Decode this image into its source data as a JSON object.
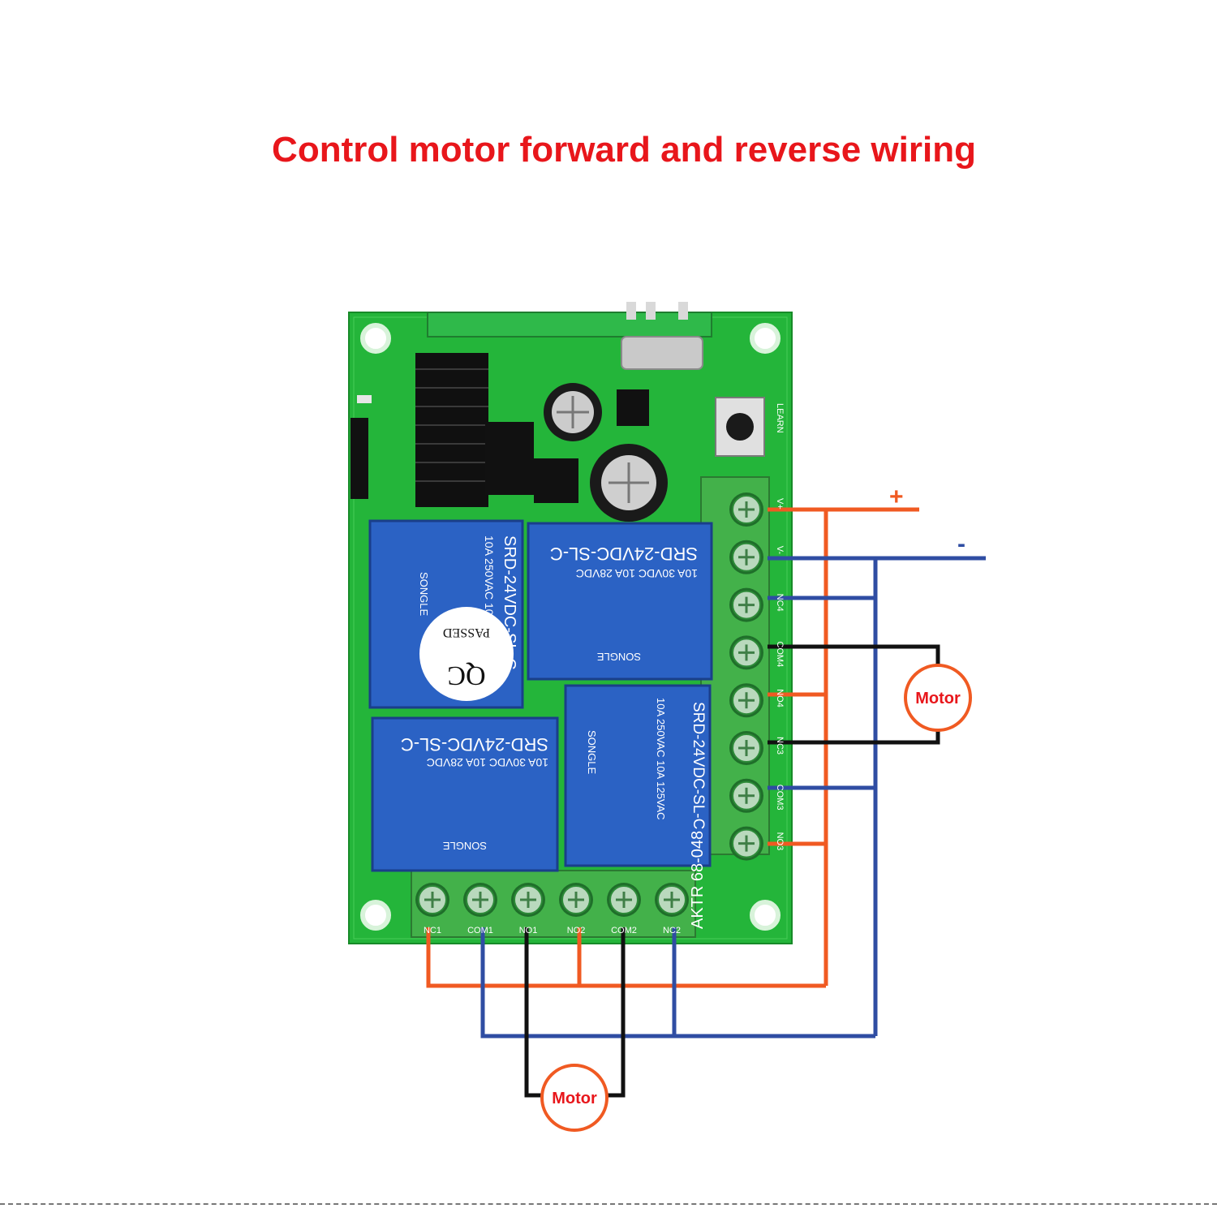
{
  "title": "Control motor forward and reverse wiring",
  "colors": {
    "title": "#e8161b",
    "positive_wire": "#f05a22",
    "negative_wire": "#2f4da3",
    "motor_wire": "#111111",
    "motor_ring": "#f05a22",
    "pcb": "#24b53a",
    "relay": "#2b62c4"
  },
  "power": {
    "positive_label": "+",
    "negative_label": "-"
  },
  "side_terminals": [
    "V+",
    "V-",
    "NC4",
    "COM4",
    "NO4",
    "NC3",
    "COM3",
    "NO3"
  ],
  "bottom_terminals": [
    "NC1",
    "COM1",
    "NO1",
    "NO2",
    "COM2",
    "NC2"
  ],
  "motors": {
    "right": "Motor",
    "bottom": "Motor"
  },
  "board": {
    "learn_label": "LEARN",
    "model_label": "AKTR 68-048",
    "qc_label": "QC",
    "passed_label": "PASSED",
    "relay_model": "SRD-24VDC-SL-C",
    "relay_brand": "SONGLE",
    "relay_rating_1": "10A 250VAC 10A 125VAC",
    "relay_rating_2": "10A 30VDC 10A 28VDC"
  }
}
